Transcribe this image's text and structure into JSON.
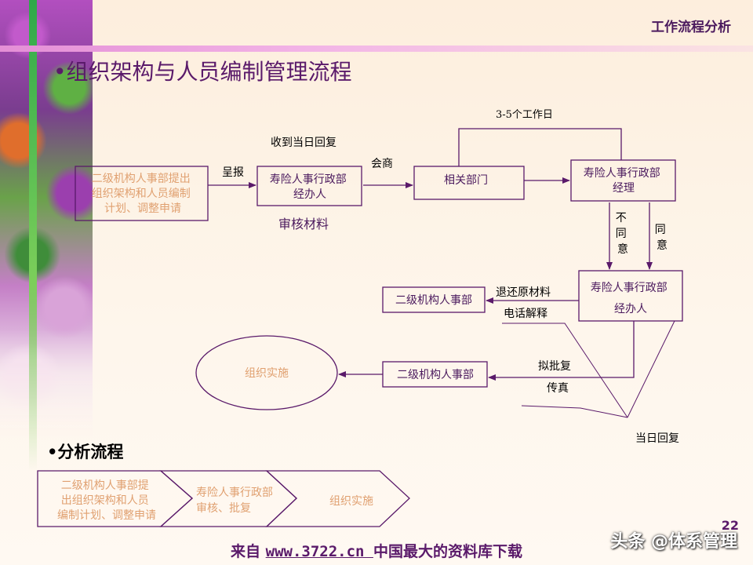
{
  "header": {
    "section": "工作流程分析",
    "page_number": "22"
  },
  "title": "•组织架构与人员编制管理流程",
  "flow": {
    "nodes": {
      "apply": [
        "二级机构人事部提出",
        "组织架构和人员编制",
        "计划、调整申请"
      ],
      "handler1": [
        "寿险人事行政部",
        "经办人"
      ],
      "related": [
        "相关部门"
      ],
      "manager": [
        "寿险人事行政部",
        "经理"
      ],
      "handler2": [
        "寿险人事行政部",
        "经办人"
      ],
      "dept_return": [
        "二级机构人事部"
      ],
      "dept_reply": [
        "二级机构人事部"
      ],
      "implement": [
        "组织实施"
      ]
    },
    "labels": {
      "submit": "呈报",
      "receive_reply": "收到当日回复",
      "review": "审核材料",
      "consult": "会商",
      "workdays": "3-5个工作日",
      "disagree": [
        "不",
        "同",
        "意"
      ],
      "agree": [
        "同",
        "意"
      ],
      "return_material": "退还原材料",
      "phone_explain": "电话解释",
      "draft_reply": "拟批复",
      "fax": "传真",
      "same_day_reply": "当日回复"
    }
  },
  "analysis": {
    "title": "•分析流程",
    "steps": [
      [
        "二级机构人事部提",
        "出组织架构和人员",
        "编制计划、调整申请"
      ],
      [
        "寿险人事行政部",
        "审核、批复"
      ],
      [
        "组织实施"
      ]
    ]
  },
  "footer": {
    "prefix": "来自 ",
    "link": "www.3722.cn ",
    "suffix": "中国最大的资料库下载"
  },
  "watermark": "头条 @体系管理",
  "colors": {
    "accent": "#5a1a6a",
    "muted_text": "#e0a070",
    "box_text": "#4b1a5e"
  }
}
